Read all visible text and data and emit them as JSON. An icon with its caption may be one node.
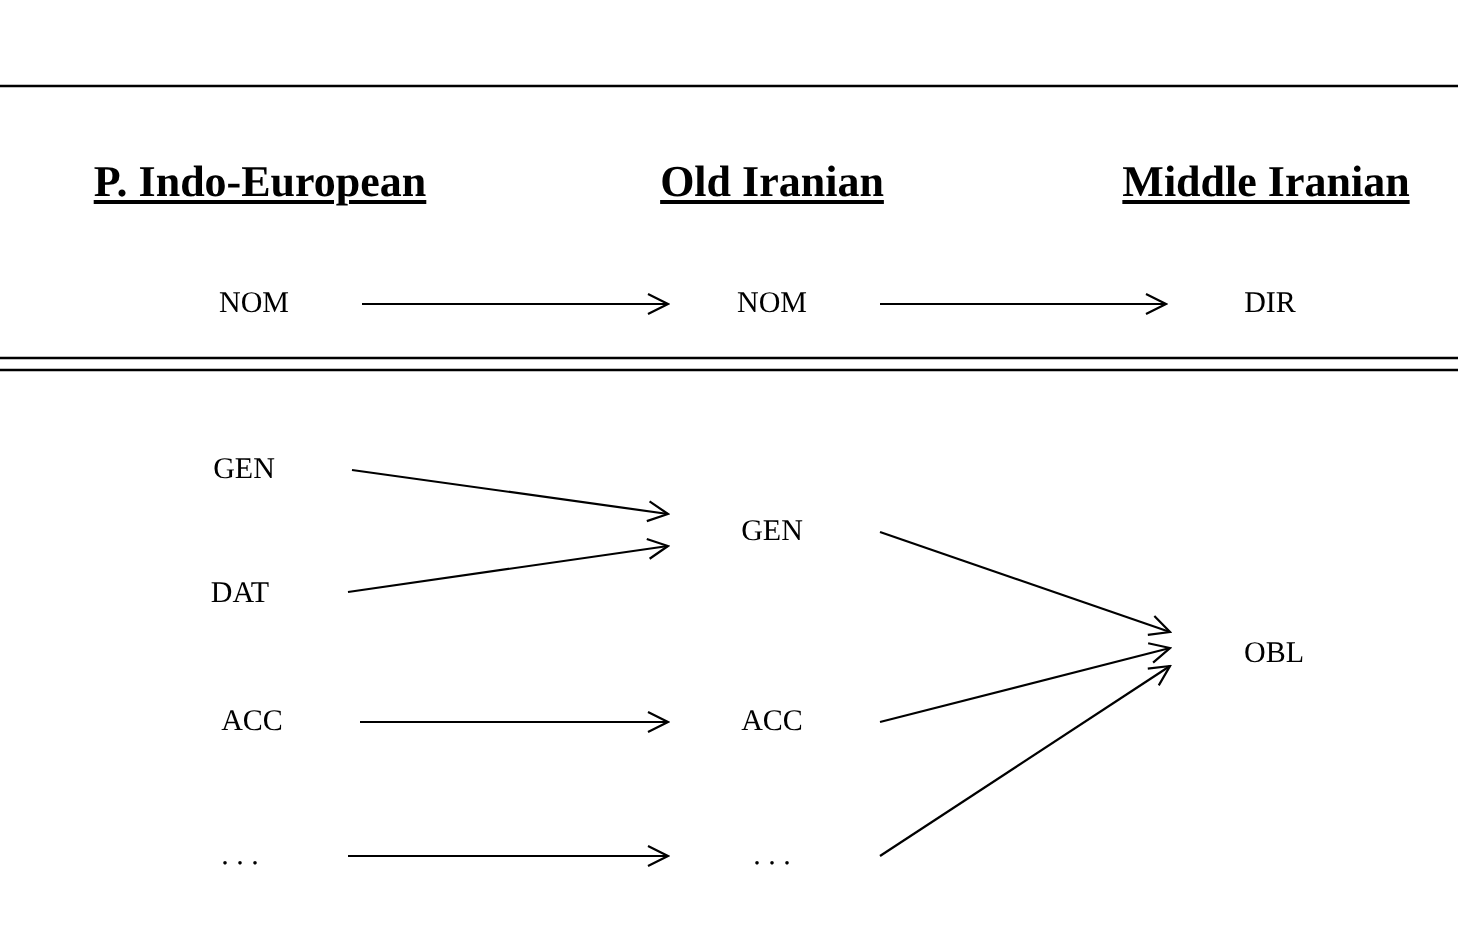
{
  "diagram": {
    "nodes": [
      {
        "text": [
          "NOM"
        ]
      },
      {
        "text": [
          "NOM"
        ]
      },
      {
        "text": [
          "DIR"
        ]
      },
      {
        "text": [
          "GEN"
        ]
      },
      {
        "text": [
          "GEN"
        ]
      },
      {
        "text": [
          "DAT"
        ]
      },
      {
        "text": [
          "OBL"
        ]
      },
      {
        "text": [
          "ACC"
        ]
      },
      {
        "text": [
          "ACC"
        ]
      },
      {
        "text": [
          ". . ."
        ]
      },
      {
        "text": [
          ". . ."
        ]
      }
    ],
    "edges": [
      {
        "from": 0,
        "to": 1,
        "arrow": "to"
      },
      {
        "from": 1,
        "to": 2,
        "arrow": "to"
      },
      {
        "from": 3,
        "to": 4,
        "arrow": "to"
      },
      {
        "from": 5,
        "to": 4,
        "arrow": "to"
      },
      {
        "from": 4,
        "to": 6,
        "arrow": "to"
      },
      {
        "from": 7,
        "to": 8,
        "arrow": "to"
      },
      {
        "from": 8,
        "to": 6,
        "arrow": "to"
      },
      {
        "from": 9,
        "to": 10,
        "arrow": "to"
      },
      {
        "from": 10,
        "to": 6,
        "arrow": "to"
      }
    ],
    "labels": [
      "P. Indo-European",
      "Old Iranian",
      "Middle Iranian"
    ]
  }
}
